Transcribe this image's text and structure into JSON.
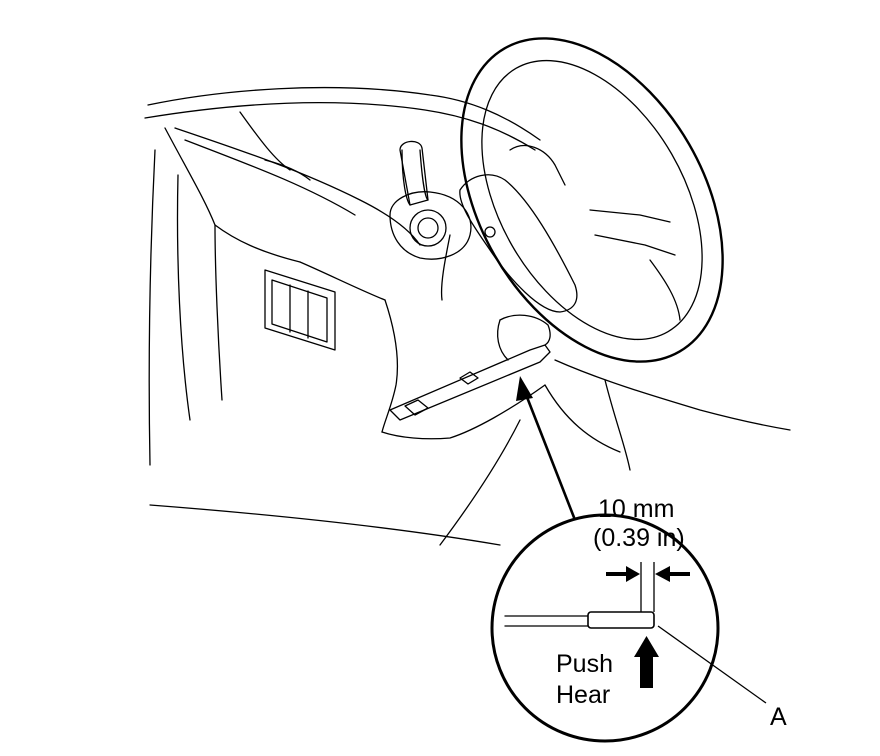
{
  "callout": {
    "measure_mm": "10 mm",
    "measure_in": "(0.39 in)",
    "push_label": "Push",
    "hear_label": "Hear",
    "part_label": "A"
  },
  "colors": {
    "line": "#000000",
    "background": "#ffffff"
  }
}
